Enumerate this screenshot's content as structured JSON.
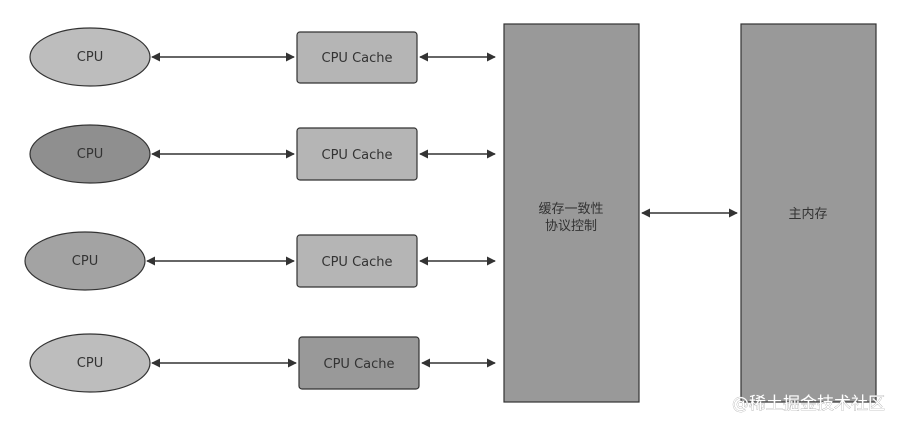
{
  "colors": {
    "background": "#ffffff",
    "stroke": "#333333",
    "cpu_fills": [
      "#bdbdbd",
      "#8f8f8f",
      "#a3a3a3",
      "#bdbdbd"
    ],
    "cache_fills": [
      "#b5b5b5",
      "#b5b5b5",
      "#b5b5b5",
      "#999999"
    ],
    "block_fill": "#999999"
  },
  "cpus": [
    {
      "label": "CPU"
    },
    {
      "label": "CPU"
    },
    {
      "label": "CPU"
    },
    {
      "label": "CPU"
    }
  ],
  "caches": [
    {
      "label": "CPU Cache"
    },
    {
      "label": "CPU Cache"
    },
    {
      "label": "CPU Cache"
    },
    {
      "label": "CPU Cache"
    }
  ],
  "coherence": {
    "line1": "缓存一致性",
    "line2": "协议控制"
  },
  "memory": {
    "label": "主内存"
  },
  "watermark": "@稀土掘金技术社区"
}
